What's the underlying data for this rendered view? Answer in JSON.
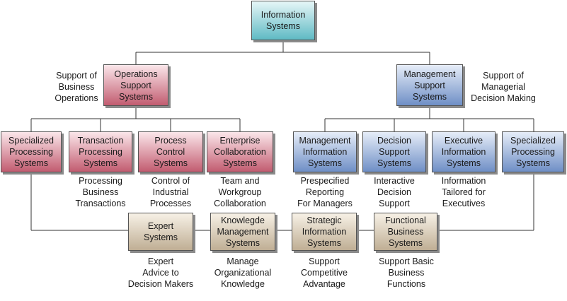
{
  "root": {
    "label": "Information\nSystems"
  },
  "operations": {
    "label": "Operations\nSupport\nSystems",
    "note": "Support of\nBusiness\nOperations"
  },
  "management": {
    "label": "Management\nSupport\nSystems",
    "note": "Support of\nManagerial\nDecision Making"
  },
  "ops_children": [
    {
      "label": "Specialized\nProcessing\nSystems",
      "note": ""
    },
    {
      "label": "Transaction\nProcessing\nSystems",
      "note": "Processing\nBusiness\nTransactions"
    },
    {
      "label": "Process\nControl\nSystems",
      "note": "Control of\nIndustrial\nProcesses"
    },
    {
      "label": "Enterprise\nCollaboration\nSystems",
      "note": "Team and\nWorkgroup\nCollaboration"
    }
  ],
  "mgmt_children": [
    {
      "label": "Management\nInformation\nSystems",
      "note": "Prespecified\nReporting\nFor Managers"
    },
    {
      "label": "Decision\nSupport\nSystems",
      "note": "Interactive\nDecision\nSupport"
    },
    {
      "label": "Executive\nInformation\nSystems",
      "note": "Information\nTailored for\nExecutives"
    },
    {
      "label": "Specialized\nProcessing\nSystems",
      "note": ""
    }
  ],
  "bottom": [
    {
      "label": "Expert\nSystems",
      "note": "Expert\nAdvice to\nDecision Makers"
    },
    {
      "label": "Knowlegde\nManagement\nSystems",
      "note": "Manage\nOrganizational\nKnowledge"
    },
    {
      "label": "Strategic\nInformation\nSystems",
      "note": "Support\nCompetitive\nAdvantage"
    },
    {
      "label": "Functional\nBusiness\nSystems",
      "note": "Support Basic\nBusiness\nFunctions"
    }
  ],
  "colors": {
    "root": "#5fbac4",
    "operations": "#c25c70",
    "management": "#6f8fc6",
    "bottom": "#bfae94",
    "line": "#333333"
  }
}
